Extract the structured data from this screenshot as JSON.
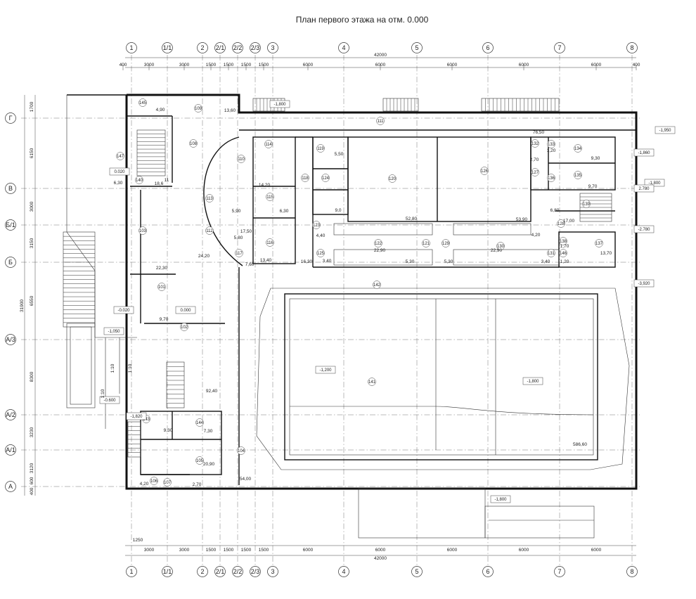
{
  "title": "План первого этажа на отм. 0.000",
  "axes": {
    "columns": [
      "1",
      "1/1",
      "2",
      "2/1",
      "2/2",
      "2/3",
      "3",
      "4",
      "5",
      "6",
      "7",
      "8"
    ],
    "rows": [
      "Г",
      "В",
      "Б/1",
      "Б",
      "А/3",
      "А/2",
      "А/1",
      "А"
    ]
  },
  "dimensions": {
    "top": [
      "400",
      "3000",
      "3000",
      "1500",
      "1500",
      "1500",
      "1500",
      "6000",
      "6000",
      "6000",
      "6000",
      "6000",
      "400"
    ],
    "top_total": "42000",
    "bottom": [
      "1250",
      "3000",
      "3000",
      "1500",
      "1500",
      "1500",
      "1500",
      "6000",
      "6000",
      "6000",
      "6000",
      "6000"
    ],
    "bottom_total": "42000",
    "left": [
      "1700",
      "6150",
      "3000",
      "3150",
      "6550",
      "8300",
      "3230",
      "3120",
      "600",
      "400"
    ],
    "left_total": "31900"
  },
  "rooms": [
    "145",
    "109",
    "108",
    "147",
    "140",
    "103",
    "101",
    "102",
    "110",
    "114",
    "119",
    "120",
    "126",
    "132",
    "133",
    "134",
    "127",
    "135",
    "136",
    "139",
    "113",
    "115",
    "112",
    "116",
    "117",
    "118",
    "124",
    "123",
    "125",
    "122",
    "121",
    "129",
    "130",
    "128",
    "131",
    "138",
    "146",
    "137",
    "111",
    "142",
    "141",
    "143",
    "144",
    "105",
    "104",
    "106",
    "107"
  ],
  "areas": [
    "4,90",
    "13,60",
    "6,30",
    "18,6",
    "22,30",
    "9,70",
    "92,40",
    "9,30",
    "7,30",
    "20,90",
    "2,70",
    "4,20",
    "54,00",
    "14,20",
    "5,90",
    "6,30",
    "17,50",
    "5,80",
    "24,20",
    "7,60",
    "13,40",
    "16,30",
    "5,50",
    "9,0",
    "4,40",
    "3,40",
    "52,80",
    "22,90",
    "5,30",
    "5,30",
    "22,90",
    "53,90",
    "3,40",
    "4,20",
    "76,50",
    "1,20",
    "2,70",
    "9,30",
    "9,70",
    "6,80",
    "17,00",
    "1,70",
    "13,70",
    "1,20",
    "586,60"
  ],
  "elevations": [
    "-1,800",
    "-1,950",
    "-1,860",
    "-1,800",
    "2.780",
    "-2.780",
    "-3,920",
    "0.020",
    "-0.020",
    "0.000",
    "-1,050",
    "-0.600",
    "-1,820",
    "-1,800",
    "-1,200",
    "-1,800"
  ],
  "slopes": [
    "1:10",
    "1:10",
    "1:10"
  ],
  "markers": [
    "11"
  ]
}
